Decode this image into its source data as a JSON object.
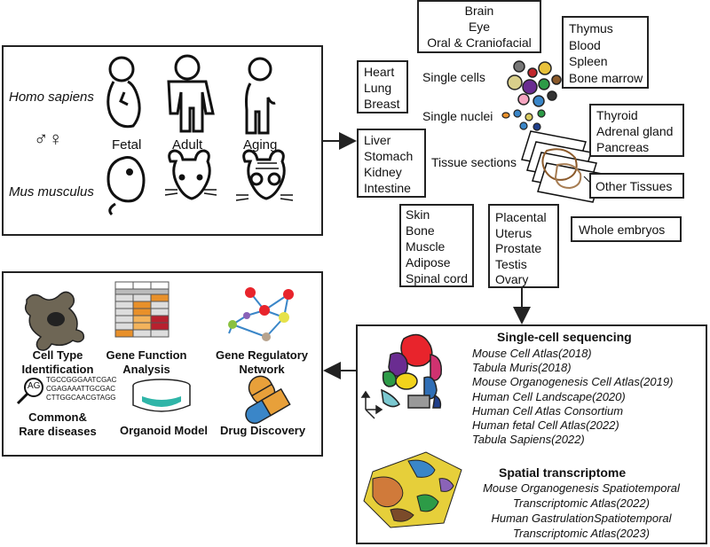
{
  "organisms": {
    "human": "Homo sapiens",
    "mouse": "Mus musculus",
    "sex_symbols": "♂♀",
    "stages": [
      "Fetal",
      "Adult",
      "Aging"
    ]
  },
  "sample_types": {
    "single_cells": "Single cells",
    "single_nuclei": "Single nuclei",
    "tissue_sections": "Tissue sections"
  },
  "tissue_boxes": {
    "brain_group": [
      "Brain",
      "Eye",
      "Oral & Craniofacial"
    ],
    "thymus_group": [
      "Thymus",
      "Blood",
      "Spleen",
      "Bone marrow"
    ],
    "heart_group": [
      "Heart",
      "Lung",
      "Breast"
    ],
    "thyroid_group": [
      "Thyroid",
      "Adrenal gland",
      "Pancreas"
    ],
    "liver_group": [
      "Liver",
      "Stomach",
      "Kidney",
      "Intestine"
    ],
    "other": "Other Tissues",
    "skin_group": [
      "Skin",
      "Bone",
      "Muscle",
      "Adipose",
      "Spinal cord"
    ],
    "placental_group": [
      "Placental",
      "Uterus",
      "Prostate",
      "Testis",
      "Ovary"
    ],
    "whole": "Whole embryos"
  },
  "applications": {
    "cell_type": [
      "Cell Type",
      "Identification"
    ],
    "gene_function": [
      "Gene Function",
      "Analysis"
    ],
    "gene_regulatory": [
      "Gene Regulatory",
      "Network"
    ],
    "common_rare": [
      "Common&",
      "Rare diseases"
    ],
    "organoid": "Organoid Model",
    "drug": "Drug Discovery",
    "dna_lines": [
      "TGCCGGGAATCGAC",
      "CGAGAAATTGCGAC",
      "CTTGGCAACGTAGG"
    ],
    "dna_badge": "AG"
  },
  "atlases": {
    "sc_title": "Single-cell sequencing",
    "sc_items": [
      "Mouse Cell Atlas(2018)",
      "Tabula Muris(2018)",
      "Mouse Organogenesis Cell Atlas(2019)",
      "Human Cell Landscape(2020)",
      "Human Cell Atlas Consortium",
      "Human fetal Cell Atlas(2022)",
      "Tabula Sapiens(2022)"
    ],
    "st_title": "Spatial transcriptome",
    "st_items": [
      "Mouse Organogenesis Spatiotemporal",
      "Transcriptomic Atlas(2022)",
      "Human GastrulationSpatiotemporal",
      "Transcriptomic Atlas(2023)"
    ]
  },
  "colors": {
    "stroke": "#222222",
    "orange": "#e8902a",
    "red_dot": "#e8242c",
    "node_blue": "#3a86c8",
    "teal": "#2fb5a8",
    "cell_gray": "#6e6655"
  }
}
